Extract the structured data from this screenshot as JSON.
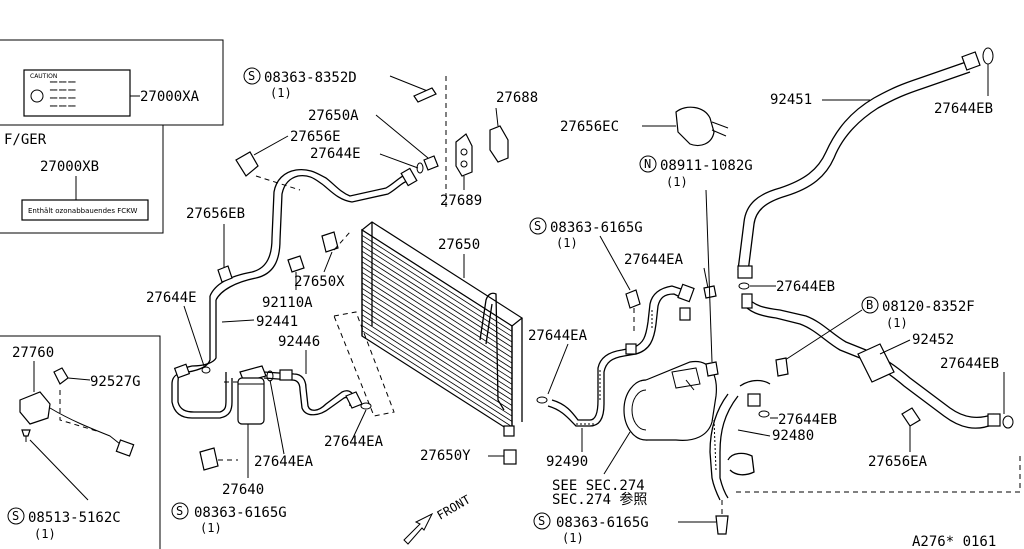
{
  "labels": {
    "l_27000xa": "27000XA",
    "fger": "F/GER",
    "l_27000xb": "27000XB",
    "decal_text": "Enthält ozonabbauendes FCKW",
    "l_27760": "27760",
    "l_92527g": "92527G",
    "l_08513": "08513-5162C",
    "qty_08513": "(1)",
    "l_08363_8352d": "08363-8352D",
    "qty_8352d": "(1)",
    "l_27650a": "27650A",
    "l_27656e": "27656E",
    "l_27644e_top": "27644E",
    "l_27688": "27688",
    "l_27689": "27689",
    "l_27656ec": "27656EC",
    "l_27656eb": "27656EB",
    "l_27650": "27650",
    "l_27650x": "27650X",
    "l_92110a": "92110A",
    "l_27644e_left": "27644E",
    "l_92441": "92441",
    "l_92446": "92446",
    "l_27644ea_center": "27644EA",
    "l_27644ea_lower": "27644EA",
    "l_27640": "27640",
    "l_08363_6165g_left": "08363-6165G",
    "qty_6165g_left": "(1)",
    "l_27650y": "27650Y",
    "l_08363_6165g_mid": "08363-6165G",
    "qty_6165g_mid": "(1)",
    "l_27644ea_mid": "27644EA",
    "l_27644ea_comp": "27644EA",
    "l_92490": "92490",
    "see_sec": "SEE SEC.274",
    "sec_ref": "SEC.274 参照",
    "front": "FRONT",
    "l_08363_6165g_bottom": "08363-6165G",
    "qty_6165g_bottom": "(1)",
    "l_08911": "08911-1082G",
    "qty_08911": "(1)",
    "l_92451": "92451",
    "l_27644eb_top": "27644EB",
    "l_27644eb_mid": "27644EB",
    "l_08120": "08120-8352F",
    "qty_08120": "(1)",
    "l_92452": "92452",
    "l_27644eb_right": "27644EB",
    "l_27644eb_lower": "27644EB",
    "l_92480": "92480",
    "l_27656ea": "27656EA",
    "drawing_no": "A276* 0161"
  },
  "symbols": {
    "s": "S",
    "n": "N",
    "b": "B"
  }
}
